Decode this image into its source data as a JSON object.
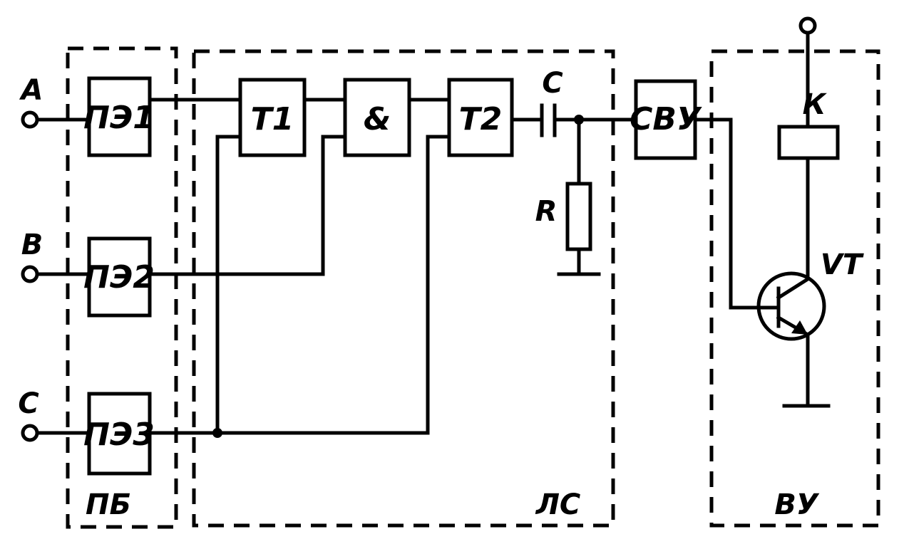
{
  "inputs": {
    "a": "A",
    "b": "B",
    "c": "C"
  },
  "blocks": {
    "pe1": "ПЭ1",
    "pe2": "ПЭ2",
    "pe3": "ПЭ3",
    "t1": "Т1",
    "and": "&",
    "t2": "Т2",
    "svu": "СВУ",
    "relay": "К"
  },
  "components": {
    "capacitor": "С",
    "resistor": "R",
    "transistor": "VT"
  },
  "groups": {
    "pb": "ПБ",
    "ls": "ЛС",
    "vu": "ВУ"
  }
}
